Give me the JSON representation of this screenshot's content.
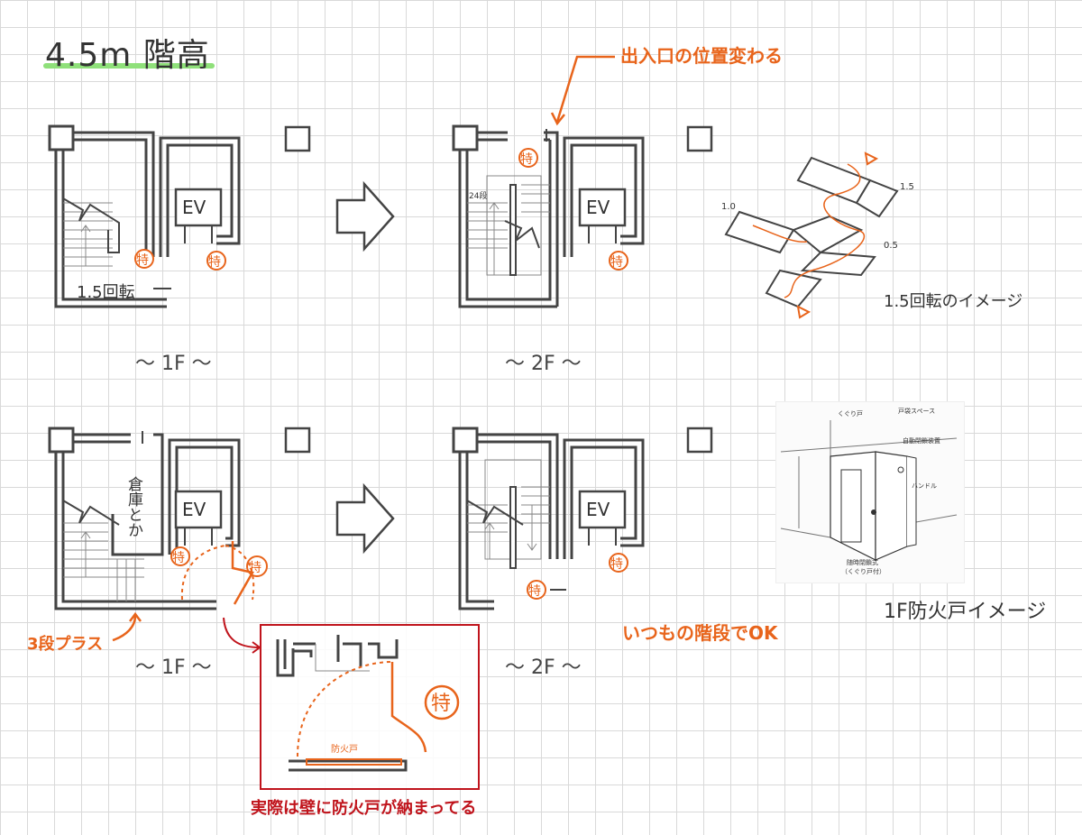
{
  "header": {
    "title": "4.5m 階高"
  },
  "plans": {
    "top_left": {
      "ev_label": "EV",
      "badge": "特",
      "rotation_label": "1.5回転",
      "floor_label": "～ 1F ～"
    },
    "top_mid": {
      "ev_label": "EV",
      "badge": "特",
      "floor_label": "～ 2F ～",
      "step_label": "24段"
    },
    "bottom_left": {
      "ev_label": "EV",
      "badge": "特",
      "storage_label": "倉庫とか",
      "floor_label": "～ 1F ～"
    },
    "bottom_mid": {
      "ev_label": "EV",
      "badge": "特",
      "floor_label": "～ 2F ～"
    }
  },
  "annotations": {
    "entrance_change": "出入口の位置変わる",
    "rotation_image": "1.5回転のイメージ",
    "rotation_marks": [
      "1.0",
      "1.5",
      "0.5"
    ],
    "three_steps_plus": "3段プラス",
    "usual_stairs": "いつもの階段でOK",
    "fire_door_image": "1F防火戸イメージ",
    "actual_note": "実際は壁に防火戸が納まってる",
    "detail_badge": "特",
    "detail_door_label": "防火戸"
  },
  "photo_labels": {
    "kuguri": "くぐり戸",
    "space": "戸袋スペース",
    "auto": "自動閉鎖装置",
    "handle": "ハンドル",
    "caption1": "随時閉鎖式",
    "caption2": "（くぐり戸付）"
  },
  "colors": {
    "accent": "#e8641b",
    "dark_red": "#c0141c",
    "underline": "#8fe07a"
  }
}
